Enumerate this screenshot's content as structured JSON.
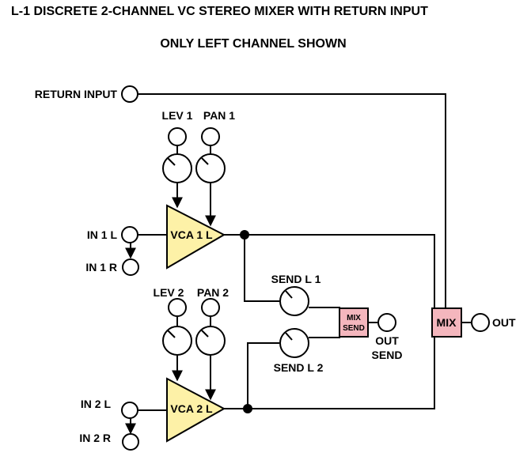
{
  "title": "L-1 DISCRETE 2-CHANNEL VC STEREO MIXER WITH RETURN INPUT",
  "subtitle": "ONLY LEFT CHANNEL SHOWN",
  "labels": {
    "return_input": "RETURN INPUT",
    "lev1": "LEV 1",
    "pan1": "PAN 1",
    "lev2": "LEV 2",
    "pan2": "PAN 2",
    "in1l": "IN 1 L",
    "in1r": "IN 1 R",
    "in2l": "IN 2 L",
    "in2r": "IN 2 R",
    "vca1": "VCA 1 L",
    "vca2": "VCA 2 L",
    "sendl1": "SEND L 1",
    "sendl2": "SEND L 2",
    "mixsend_line1": "MIX",
    "mixsend_line2": "SEND",
    "outsend_line1": "OUT",
    "outsend_line2": "SEND",
    "mix": "MIX",
    "out": "OUT"
  },
  "colors": {
    "vca_fill": "#fdf1a7",
    "mix_fill": "#f4b6bd",
    "line": "#000000"
  }
}
